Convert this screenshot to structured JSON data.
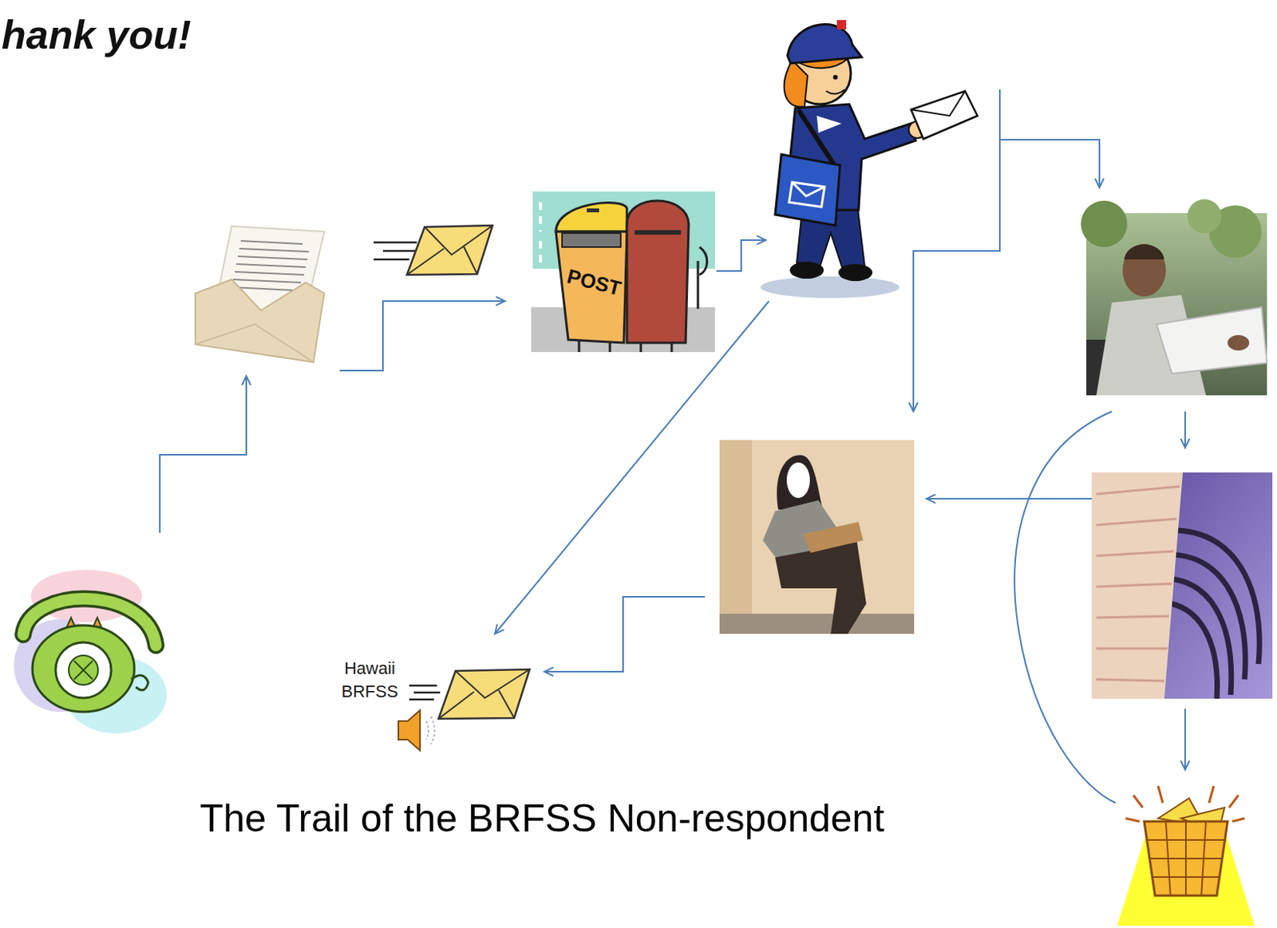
{
  "diagram": {
    "caption": "The Trail of the BRFSS Non-respondent",
    "nodes": [
      {
        "text": []
      },
      {
        "text": []
      },
      {
        "text": []
      },
      {
        "text": []
      },
      {
        "text": []
      },
      {
        "text": []
      },
      {
        "text": []
      },
      {
        "text": []
      },
      {
        "text": [
          "Hawaii BRFSS"
        ]
      }
    ],
    "edges": [
      {
        "from": 0,
        "to": 1,
        "arrow": "to"
      },
      {
        "from": 1,
        "to": 2,
        "arrow": "to"
      },
      {
        "from": 2,
        "to": 3,
        "arrow": "to"
      },
      {
        "from": 3,
        "to": 4,
        "arrow": "to"
      },
      {
        "from": 3,
        "to": 7,
        "arrow": "to"
      },
      {
        "from": 3,
        "to": 8,
        "arrow": "to"
      },
      {
        "from": 4,
        "to": 5,
        "arrow": "to"
      },
      {
        "from": 5,
        "to": 7,
        "arrow": "to"
      },
      {
        "from": 5,
        "to": 6,
        "arrow": "to"
      },
      {
        "from": 7,
        "to": 8,
        "arrow": "to"
      },
      {
        "from": 4,
        "to": 6,
        "arrow": "none"
      }
    ],
    "labels": [
      "hank you!",
      "POST"
    ]
  }
}
